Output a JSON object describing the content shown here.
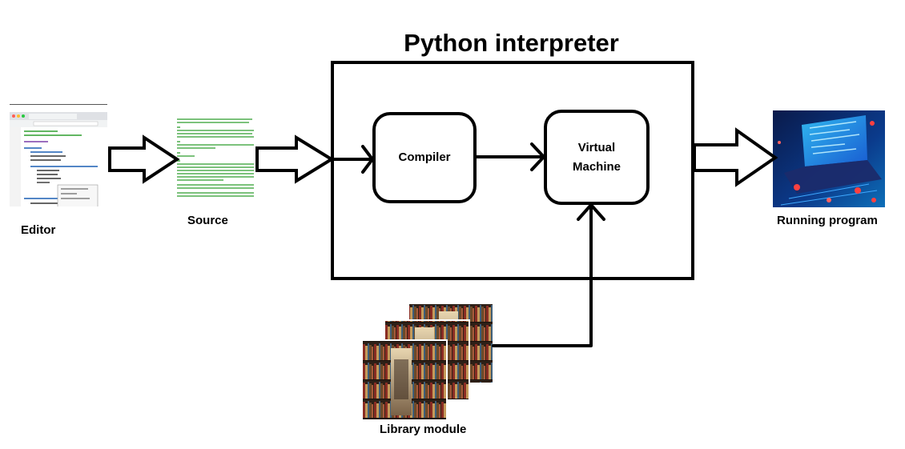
{
  "title": "Python interpreter",
  "nodes": {
    "editor": "Editor",
    "source": "Source",
    "compiler": "Compiler",
    "vm_line1": "Virtual",
    "vm_line2": "Machine",
    "running": "Running program",
    "library": "Library module"
  },
  "colors": {
    "stroke": "#000000",
    "code_green": "#2e9e2e",
    "book_dark": "#3b2a1f"
  },
  "icons": [
    "editor-screenshot-icon",
    "source-code-icon",
    "running-program-icon",
    "library-books-icon"
  ]
}
